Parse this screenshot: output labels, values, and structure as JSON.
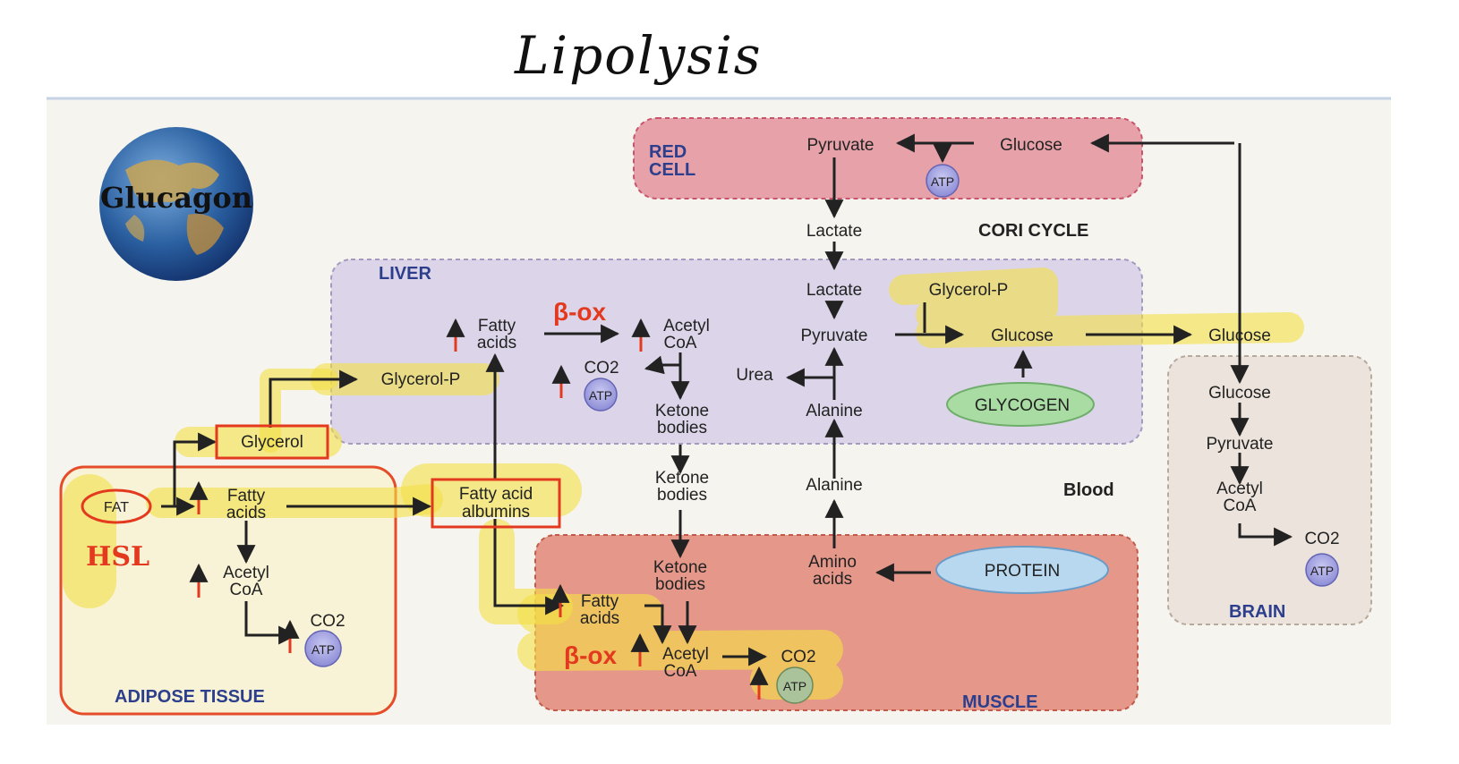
{
  "handwritten_title": "Lipolysis",
  "globe_label": "Glucagon",
  "hsl_label": "HSL",
  "beta_ox": "β-ox",
  "compartments": {
    "red_cell": [
      "RED",
      "CELL"
    ],
    "cori_cycle": "CORI CYCLE",
    "liver": "LIVER",
    "blood": "Blood",
    "brain": "BRAIN",
    "muscle": "MUSCLE",
    "adipose": "ADIPOSE TISSUE"
  },
  "red_cell": {
    "pyruvate": "Pyruvate",
    "glucose": "Glucose",
    "atp": "ATP"
  },
  "blood_lactate": "Lactate",
  "liver": {
    "lactate": "Lactate",
    "pyruvate": "Pyruvate",
    "glycerol_p_top": "Glycerol-P",
    "glucose": "Glucose",
    "glycogen": "GLYCOGEN",
    "fatty_acids": [
      "Fatty",
      "acids"
    ],
    "acetyl_coa": [
      "Acetyl",
      "CoA"
    ],
    "co2": "CO2",
    "atp": "ATP",
    "ketone_bodies": [
      "Ketone",
      "bodies"
    ],
    "urea": "Urea",
    "alanine": "Alanine",
    "glycerol_p": "Glycerol-P"
  },
  "blood": {
    "glycerol": "Glycerol",
    "fatty_acid_albumins": [
      "Fatty acid",
      "albumins"
    ],
    "ketone_bodies": [
      "Ketone",
      "bodies"
    ],
    "alanine": "Alanine",
    "glucose": "Glucose"
  },
  "brain": {
    "glucose": "Glucose",
    "pyruvate": "Pyruvate",
    "acetyl_coa": [
      "Acetyl",
      "CoA"
    ],
    "co2": "CO2",
    "atp": "ATP"
  },
  "muscle": {
    "ketone_bodies": [
      "Ketone",
      "bodies"
    ],
    "amino_acids": [
      "Amino",
      "acids"
    ],
    "protein": "PROTEIN",
    "fatty_acids": [
      "Fatty",
      "acids"
    ],
    "acetyl_coa": [
      "Acetyl",
      "CoA"
    ],
    "co2": "CO2",
    "atp": "ATP"
  },
  "adipose": {
    "fat": "FAT",
    "fatty_acids": [
      "Fatty",
      "acids"
    ],
    "acetyl_coa": [
      "Acetyl",
      "CoA"
    ],
    "co2": "CO2",
    "atp": "ATP"
  },
  "colors": {
    "red_cell_fill": "#e8a3ab",
    "muscle_fill": "#e79a8c",
    "liver_fill": "#ddd6ea",
    "adipose_fill": "#f8f3d8",
    "brain_fill": "#eee5dd",
    "highlight": "#f4e04a",
    "red_annotation": "#e33a1f",
    "compartment_label": "#2c3e8c"
  }
}
